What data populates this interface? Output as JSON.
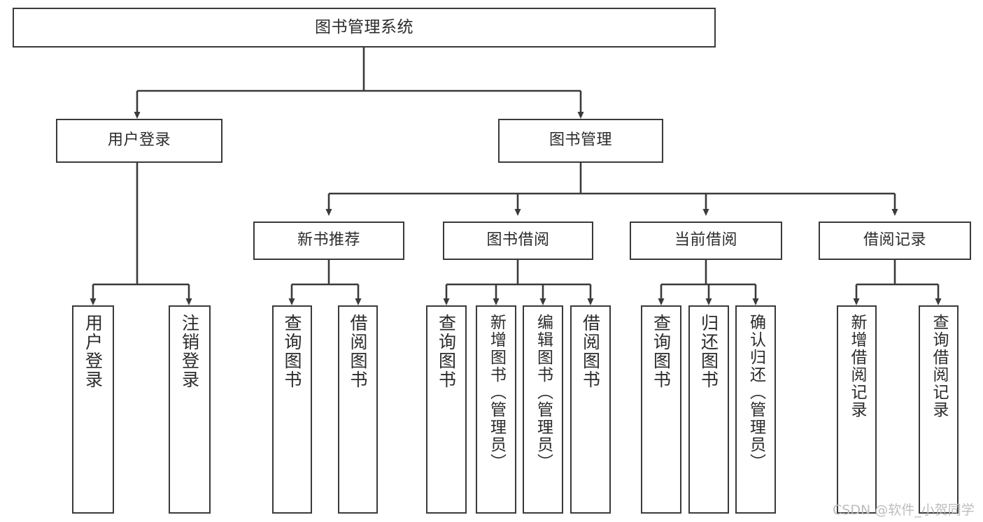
{
  "diagram": {
    "type": "hierarchy-tree",
    "title": "图书管理系统",
    "background_color": "#ffffff",
    "line_color": "#3a3a3a",
    "text_color": "#2b2b2b",
    "levels": 4,
    "nodes": {
      "root": {
        "label": "图书管理系统"
      },
      "level2": [
        {
          "label": "用户登录"
        },
        {
          "label": "图书管理"
        }
      ],
      "level3": [
        {
          "label": "新书推荐"
        },
        {
          "label": "图书借阅"
        },
        {
          "label": "当前借阅"
        },
        {
          "label": "借阅记录"
        }
      ],
      "leaves": {
        "user_login": [
          {
            "label": "用户登录"
          },
          {
            "label": "注销登录"
          }
        ],
        "new_book_recommend": [
          {
            "label": "查询图书"
          },
          {
            "label": "借阅图书"
          }
        ],
        "book_borrow": [
          {
            "label": "查询图书"
          },
          {
            "label": "新增图书（管理员）"
          },
          {
            "label": "编辑图书（管理员）"
          },
          {
            "label": "借阅图书"
          }
        ],
        "current_borrow": [
          {
            "label": "查询图书"
          },
          {
            "label": "归还图书"
          },
          {
            "label": "确认归还（管理员）"
          }
        ],
        "borrow_record": [
          {
            "label": "新增借阅记录"
          },
          {
            "label": "查询借阅记录"
          }
        ]
      }
    },
    "watermark": "CSDN @软件_小贺同学"
  }
}
